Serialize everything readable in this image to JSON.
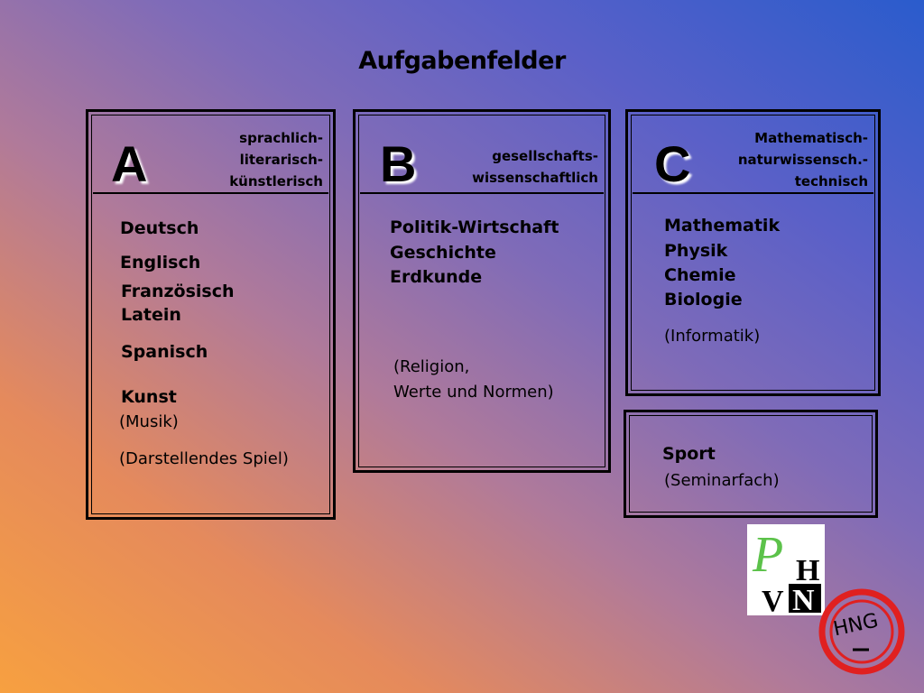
{
  "title": "Aufgabenfelder",
  "fields": [
    {
      "letter": "A",
      "description": [
        "sprachlich-",
        "literarisch-",
        "künstlerisch"
      ],
      "subjects": [
        "Deutsch",
        "Englisch",
        "Französisch",
        "Latein",
        "Spanisch",
        "Kunst"
      ],
      "optional": [
        "(Musik)",
        "(Darstellendes Spiel)"
      ]
    },
    {
      "letter": "B",
      "description": [
        "gesellschafts-",
        "wissenschaftlich"
      ],
      "subjects": [
        "Politik-Wirtschaft",
        "Geschichte",
        "Erdkunde"
      ],
      "optional": [
        "(Religion,",
        "Werte und Normen)"
      ]
    },
    {
      "letter": "C",
      "description": [
        "Mathematisch-",
        "naturwissensch.-",
        "technisch"
      ],
      "subjects": [
        "Mathematik",
        "Physik",
        "Chemie",
        "Biologie"
      ],
      "optional": [
        "(Informatik)"
      ]
    }
  ],
  "extra": {
    "subjects": [
      "Sport"
    ],
    "optional": [
      "(Seminarfach)"
    ]
  },
  "logos": {
    "phvn": {
      "letters": [
        "P",
        "H",
        "V",
        "N"
      ]
    },
    "hng": {
      "text": "HNG"
    }
  }
}
